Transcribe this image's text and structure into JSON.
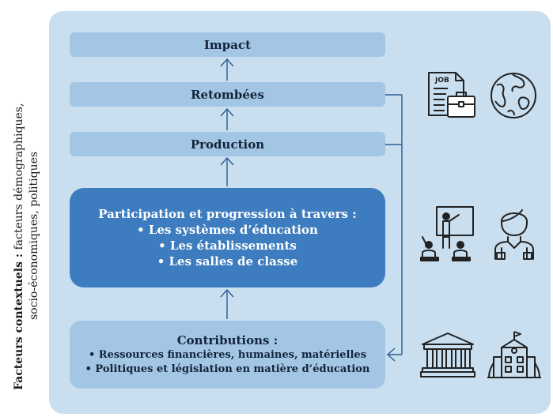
{
  "side_label": {
    "bold_part": "Facteurs contextuels :",
    "line1_rest": " facteurs démographiques,",
    "line2": "socio-économiques, politiques"
  },
  "boxes": {
    "impact": "Impact",
    "retombees": "Retombées",
    "production": "Production"
  },
  "participation": {
    "title": "Participation et progression à travers :",
    "items": [
      "• Les systèmes d’éducation",
      "• Les établissements",
      "• Les salles de classe"
    ]
  },
  "contributions": {
    "title": "Contributions :",
    "items": [
      "• Ressources financières, humaines, matérielles",
      "• Politiques et législation en matière d’éducation"
    ]
  },
  "icons": {
    "row1": [
      "job-document-briefcase-icon",
      "globe-icon"
    ],
    "row2": [
      "teacher-at-board-icon",
      "student-icon"
    ],
    "row3": [
      "government-building-icon",
      "school-building-icon"
    ],
    "job_text": "JOB"
  },
  "colors": {
    "panel": "#c9deef",
    "light_box": "#a3c6e5",
    "main_box": "#3d7cbf",
    "line": "#2b5c94"
  }
}
